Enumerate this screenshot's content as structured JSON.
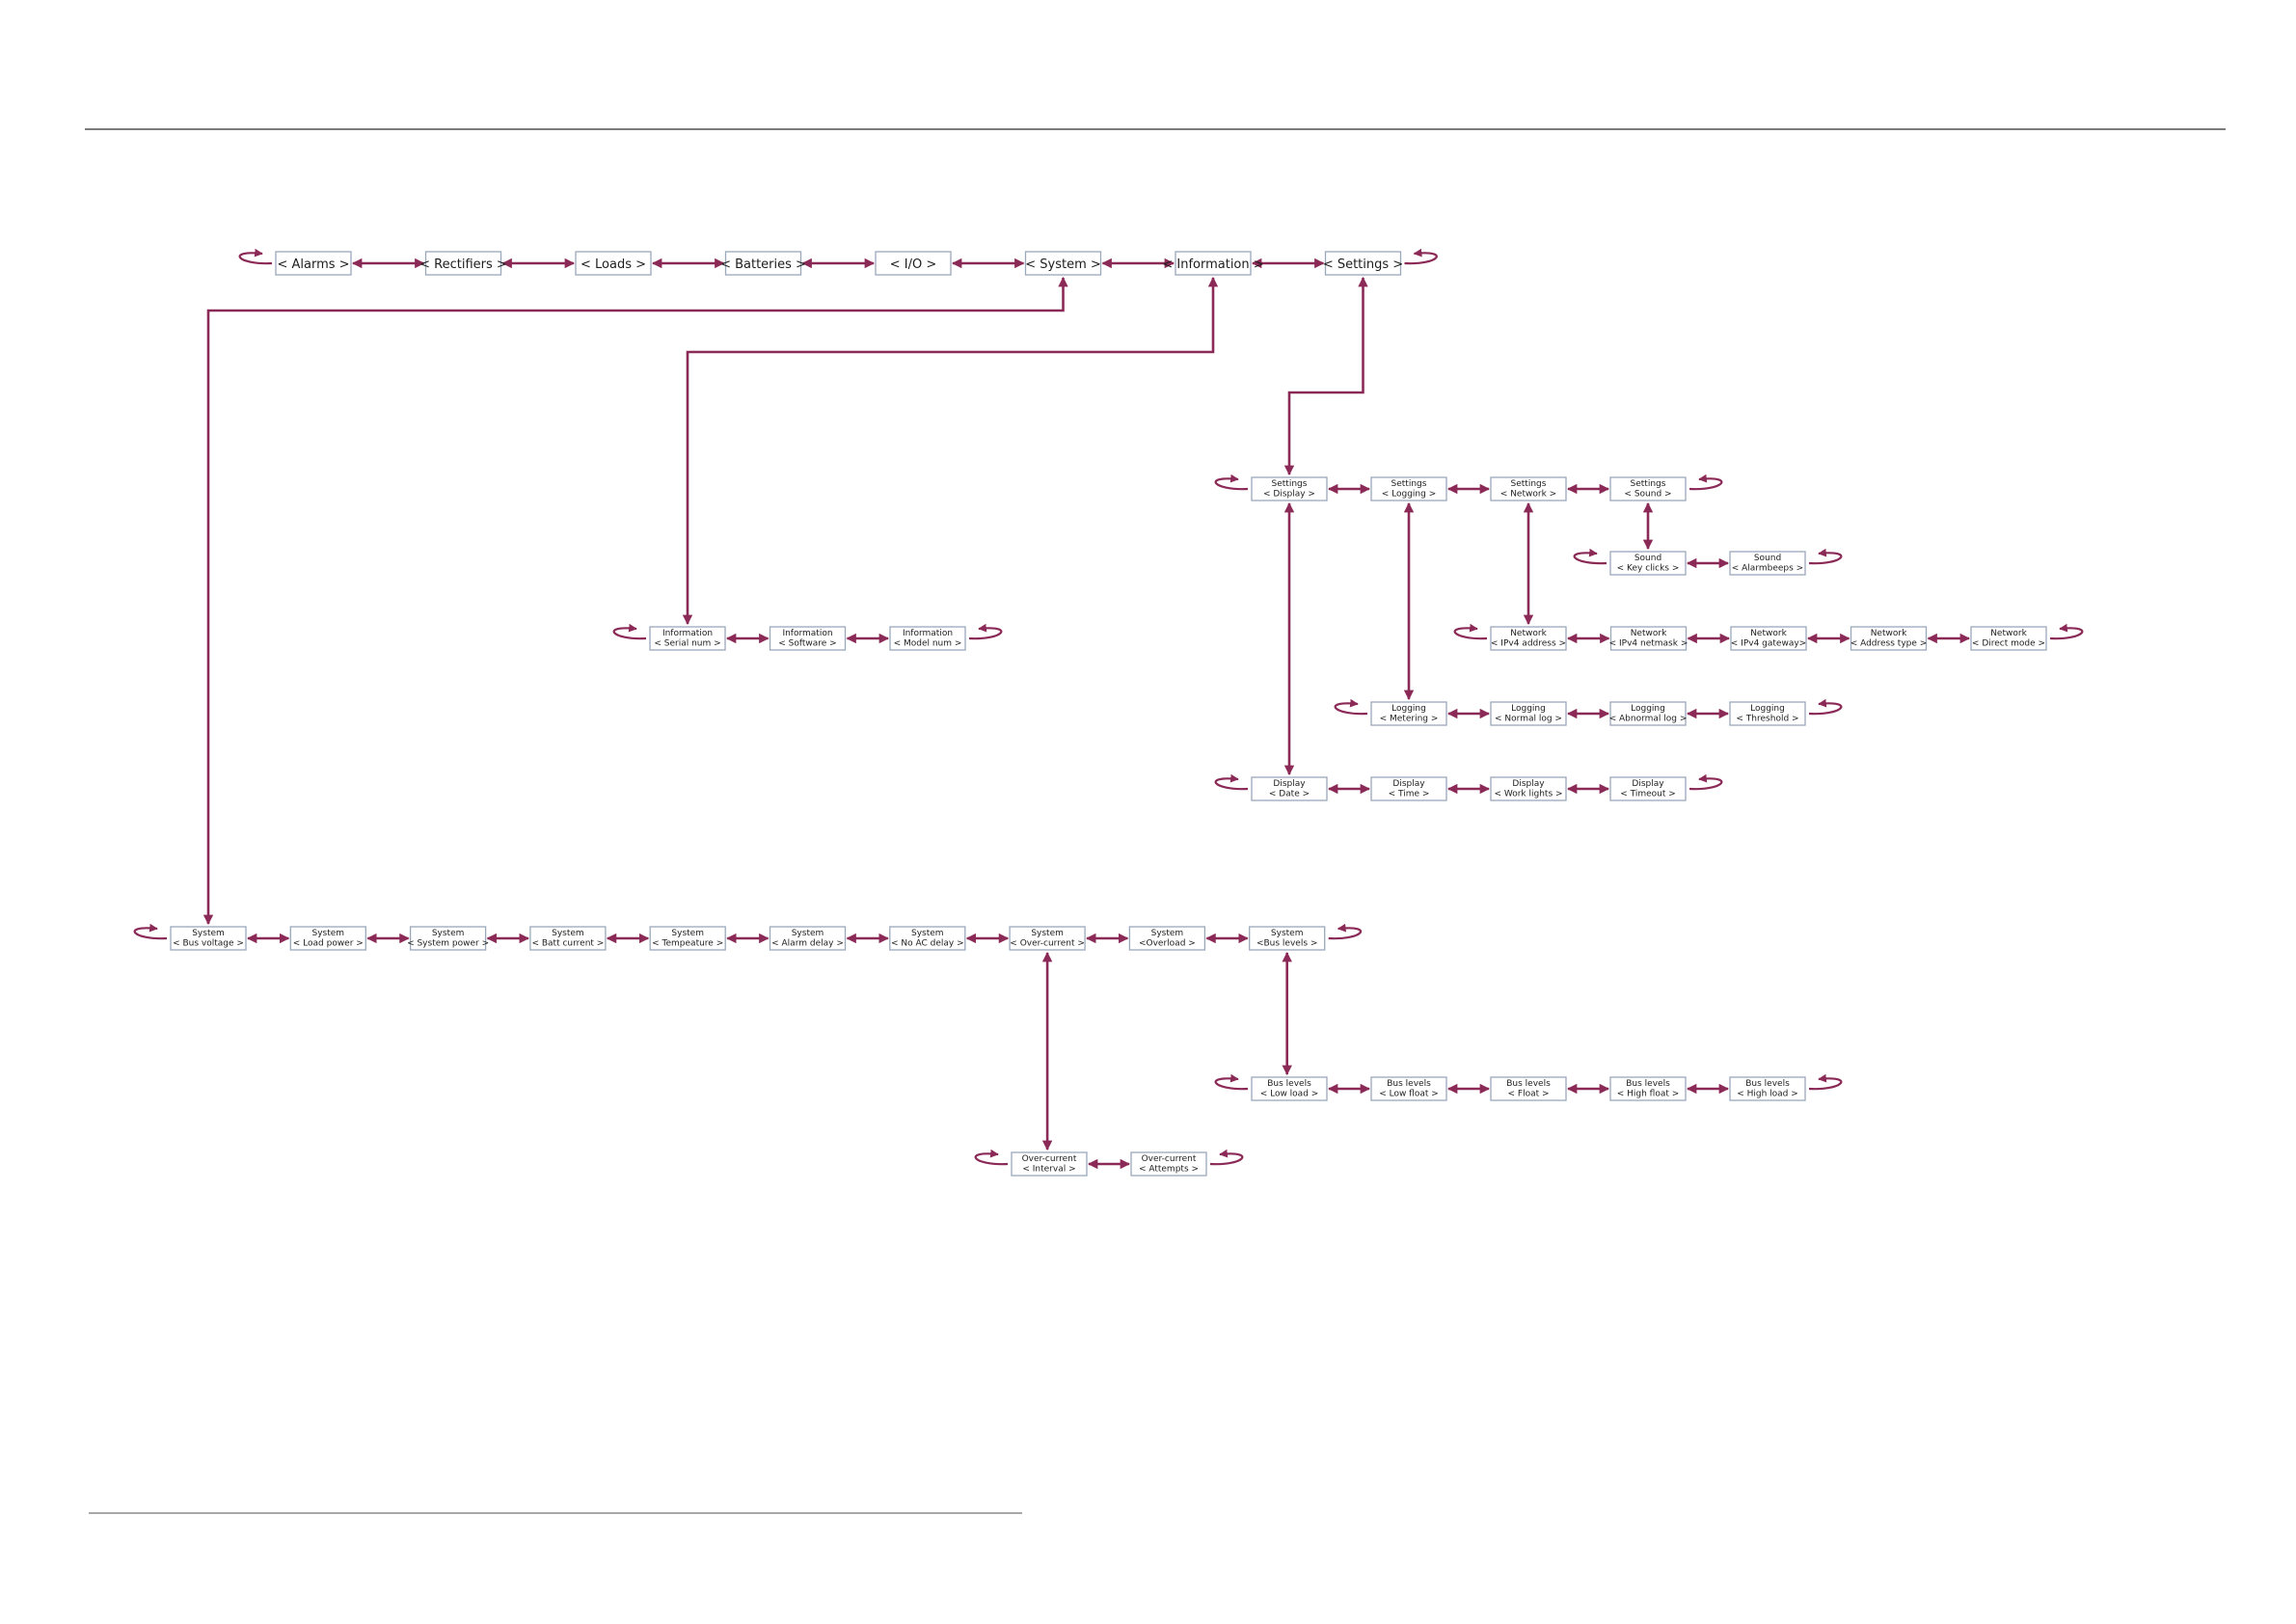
{
  "colors": {
    "connector": "#8b2a57",
    "box_border": "#9aa8bb",
    "rule": "#7b7b7b"
  },
  "main_menu": [
    "< Alarms >",
    "< Rectifiers >",
    "< Loads >",
    "< Batteries >",
    "< I/O >",
    "< System >",
    "< Information >",
    "< Settings >"
  ],
  "settings_menu": [
    [
      "Settings",
      "< Display >"
    ],
    [
      "Settings",
      "< Logging >"
    ],
    [
      "Settings",
      "< Network >"
    ],
    [
      "Settings",
      "< Sound >"
    ]
  ],
  "sound_menu": [
    [
      "Sound",
      "< Key clicks >"
    ],
    [
      "Sound",
      "< Alarmbeeps >"
    ]
  ],
  "network_menu": [
    [
      "Network",
      "< IPv4 address >"
    ],
    [
      "Network",
      "< IPv4 netmask >"
    ],
    [
      "Network",
      "< IPv4 gateway>"
    ],
    [
      "Network",
      "< Address type >"
    ],
    [
      "Network",
      "< Direct mode >"
    ]
  ],
  "logging_menu": [
    [
      "Logging",
      "< Metering >"
    ],
    [
      "Logging",
      "< Normal log >"
    ],
    [
      "Logging",
      "< Abnormal log >"
    ],
    [
      "Logging",
      "< Threshold >"
    ]
  ],
  "display_menu": [
    [
      "Display",
      "< Date >"
    ],
    [
      "Display",
      "< Time >"
    ],
    [
      "Display",
      "< Work lights >"
    ],
    [
      "Display",
      "< Timeout >"
    ]
  ],
  "information_menu": [
    [
      "Information",
      "< Serial num >"
    ],
    [
      "Information",
      "< Software >"
    ],
    [
      "Information",
      "< Model num >"
    ]
  ],
  "system_menu": [
    [
      "System",
      "< Bus voltage >"
    ],
    [
      "System",
      "< Load power >"
    ],
    [
      "System",
      "< System power >"
    ],
    [
      "System",
      "< Batt current >"
    ],
    [
      "System",
      "< Tempeature >"
    ],
    [
      "System",
      "< Alarm delay >"
    ],
    [
      "System",
      "< No AC delay >"
    ],
    [
      "System",
      "< Over-current >"
    ],
    [
      "System",
      "<Overload >"
    ],
    [
      "System",
      "<Bus levels >"
    ]
  ],
  "bus_levels_menu": [
    [
      "Bus levels",
      "< Low load >"
    ],
    [
      "Bus levels",
      "< Low float >"
    ],
    [
      "Bus levels",
      "< Float >"
    ],
    [
      "Bus levels",
      "< High float >"
    ],
    [
      "Bus levels",
      "< High load >"
    ]
  ],
  "over_current_menu": [
    [
      "Over-current",
      "< Interval >"
    ],
    [
      "Over-current",
      "< Attempts >"
    ]
  ]
}
